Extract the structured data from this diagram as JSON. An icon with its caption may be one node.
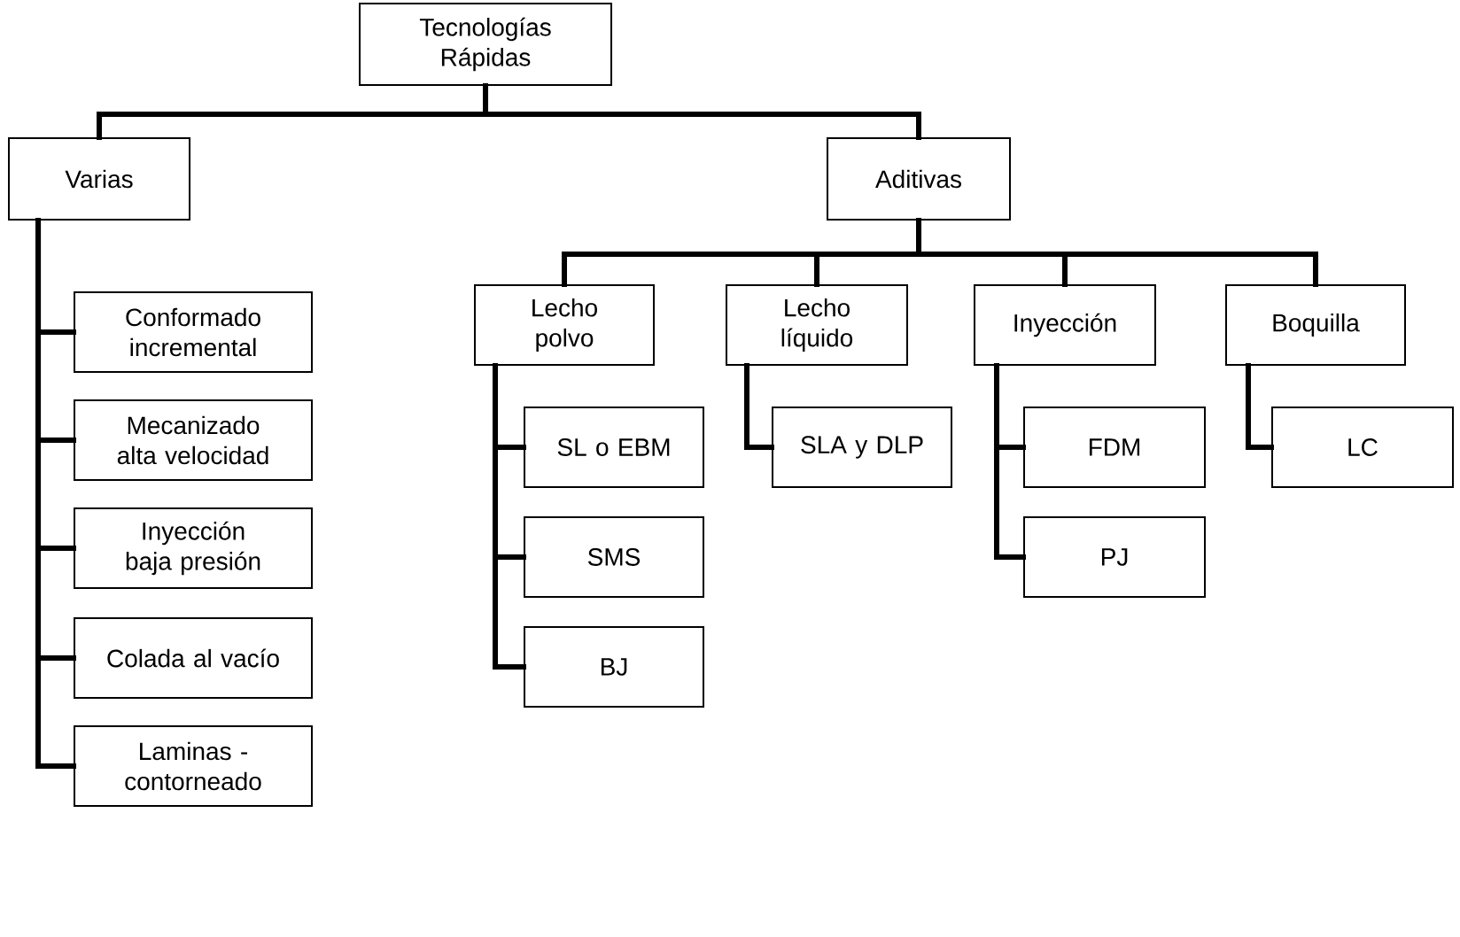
{
  "diagram": {
    "nodes": [
      {
        "text": [
          "Tecnologías Rápidas"
        ]
      },
      {
        "text": [
          "Varias"
        ]
      },
      {
        "text": [
          "Aditivas"
        ]
      },
      {
        "text": [
          "Conformado incremental"
        ]
      },
      {
        "text": [
          "Mecanizado alta velocidad"
        ]
      },
      {
        "text": [
          "Inyección baja presión"
        ]
      },
      {
        "text": [
          "Colada al vacío"
        ]
      },
      {
        "text": [
          "Laminas - contorneado"
        ]
      },
      {
        "text": [
          "Lecho polvo"
        ]
      },
      {
        "text": [
          "Lecho líquido"
        ]
      },
      {
        "text": [
          "Inyección"
        ]
      },
      {
        "text": [
          "Boquilla"
        ]
      },
      {
        "text": [
          "SL o EBM"
        ]
      },
      {
        "text": [
          "SMS"
        ]
      },
      {
        "text": [
          "BJ"
        ]
      },
      {
        "text": [
          "SLA y DLP"
        ]
      },
      {
        "text": [
          "FDM"
        ]
      },
      {
        "text": [
          "PJ"
        ]
      },
      {
        "text": [
          "LC"
        ]
      }
    ],
    "edges": [
      {
        "from": 0,
        "to": 1,
        "arrow": "none"
      },
      {
        "from": 0,
        "to": 2,
        "arrow": "none"
      },
      {
        "from": 1,
        "to": 3,
        "arrow": "none"
      },
      {
        "from": 1,
        "to": 4,
        "arrow": "none"
      },
      {
        "from": 1,
        "to": 5,
        "arrow": "none"
      },
      {
        "from": 1,
        "to": 6,
        "arrow": "none"
      },
      {
        "from": 1,
        "to": 7,
        "arrow": "none"
      },
      {
        "from": 2,
        "to": 8,
        "arrow": "none"
      },
      {
        "from": 2,
        "to": 9,
        "arrow": "none"
      },
      {
        "from": 2,
        "to": 10,
        "arrow": "none"
      },
      {
        "from": 2,
        "to": 11,
        "arrow": "none"
      },
      {
        "from": 8,
        "to": 12,
        "arrow": "none"
      },
      {
        "from": 8,
        "to": 13,
        "arrow": "none"
      },
      {
        "from": 8,
        "to": 14,
        "arrow": "none"
      },
      {
        "from": 9,
        "to": 15,
        "arrow": "none"
      },
      {
        "from": 10,
        "to": 16,
        "arrow": "none"
      },
      {
        "from": 10,
        "to": 17,
        "arrow": "none"
      },
      {
        "from": 11,
        "to": 18,
        "arrow": "none"
      }
    ]
  }
}
